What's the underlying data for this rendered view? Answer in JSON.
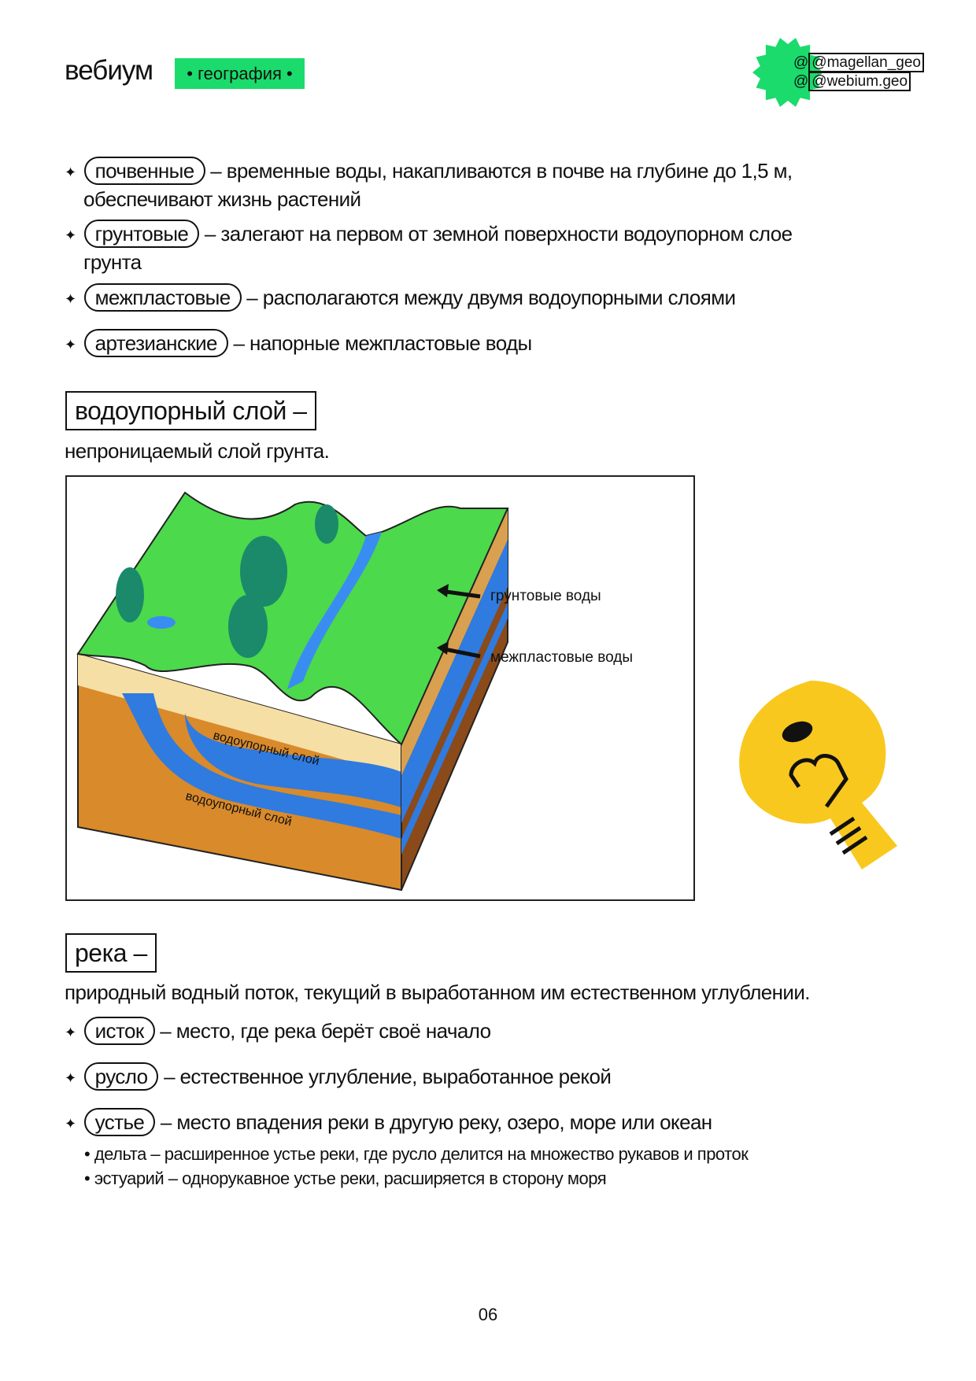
{
  "header": {
    "logo": "вебиум",
    "tag": "• география •",
    "handles": [
      "@magellan_geo",
      "@webium.geo"
    ],
    "accent": "#1adb6c"
  },
  "groundwater": [
    {
      "term": "почвенные",
      "text": "– временные воды, накапливаются в почве на глубине до 1,5 м,",
      "cont": "обеспечивают жизнь растений"
    },
    {
      "term": "грунтовые",
      "text": "– залегают на первом от земной поверхности водоупорном слое",
      "cont": "грунта"
    },
    {
      "term": "межпластовые",
      "text": "– располагаются между двумя водоупорными слоями"
    },
    {
      "term": "артезианские",
      "text": "– напорные межпластовые воды"
    }
  ],
  "aquiclude": {
    "heading": "водоупорный слой –",
    "definition": "непроницаемый слой грунта."
  },
  "diagram": {
    "label_ground": "грунтовые воды",
    "label_inter": "межпластовые воды",
    "layer_1": "водоупорный слой",
    "layer_2": "водоупорный слой"
  },
  "river": {
    "heading": "река –",
    "definition": "природный водный поток, текущий в выработанном им естественном углублении.",
    "items": [
      {
        "term": "исток",
        "text": "– место, где река берёт своё начало"
      },
      {
        "term": "русло",
        "text": "– естественное углубление, выработанное рекой"
      },
      {
        "term": "устье",
        "text": "– место впадения реки в другую реку, озеро, море или океан"
      }
    ],
    "subitems": [
      "дельта – расширенное устье реки, где русло делится на множество рукавов и проток",
      "эстуарий – однорукавное устье реки, расширяется в сторону моря"
    ]
  },
  "page_number": "06"
}
